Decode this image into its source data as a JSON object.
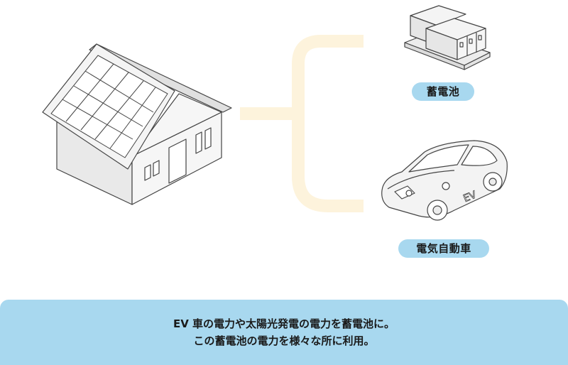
{
  "labels": {
    "battery": "蓄電池",
    "ev": "電気自動車",
    "ev_badge": "EV"
  },
  "caption": {
    "line1": "EV 車の電力や太陽光発電の電力を蓄電池に。",
    "line2": "この蓄電池の電力を様々な所に利用。"
  },
  "colors": {
    "connector": "#fdf3dc",
    "label_bg": "#a8d8ef",
    "caption_bg": "#a8d8ef",
    "line": "#444444"
  }
}
